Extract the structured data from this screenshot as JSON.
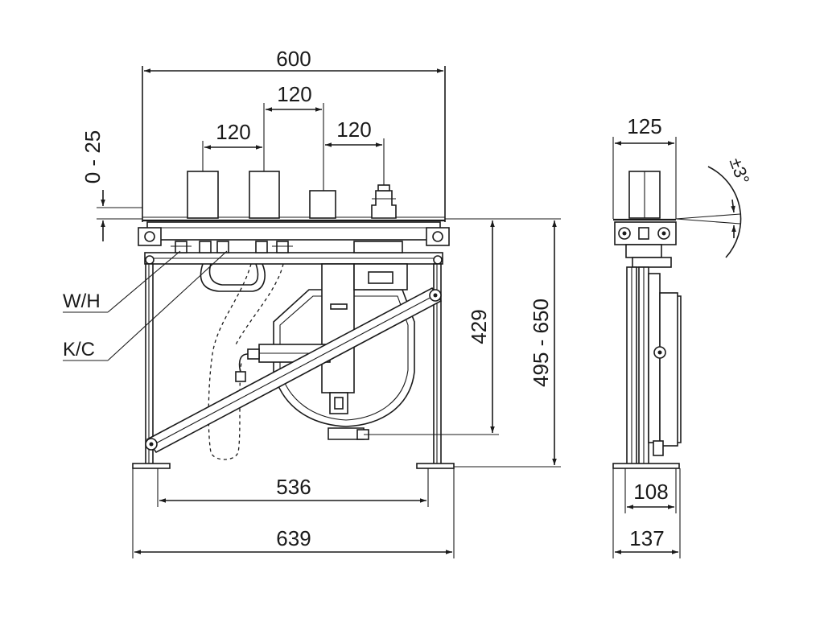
{
  "drawing": {
    "front_view": {
      "dim_overall_top": "600",
      "dim_spacing_left": "120",
      "dim_spacing_mid": "120",
      "dim_spacing_right": "120",
      "dim_adjust_vertical": "0 - 25",
      "dim_height_fixed": "429",
      "dim_height_range": "495 - 650",
      "dim_feet_inner": "536",
      "dim_feet_outer": "639",
      "label_hot": "W/H",
      "label_cold": "K/C"
    },
    "side_view": {
      "dim_top_depth": "125",
      "dim_angle": "±3°",
      "dim_base_inner": "108",
      "dim_base_outer": "137"
    }
  }
}
